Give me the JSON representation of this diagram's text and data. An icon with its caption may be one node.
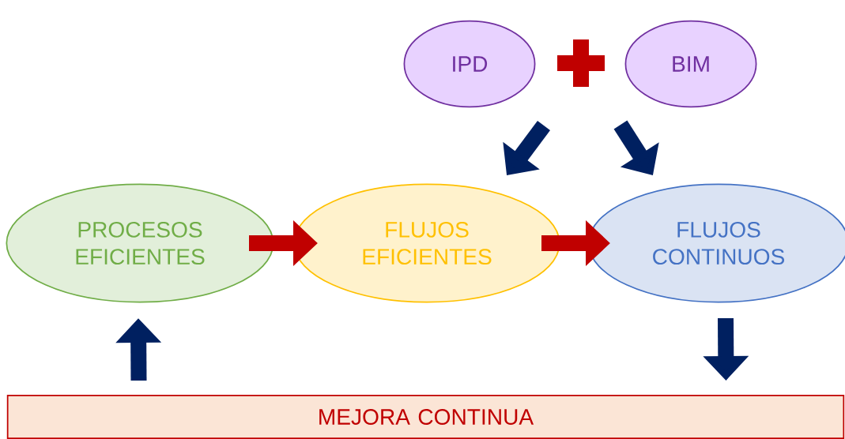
{
  "diagram": {
    "nodes": [
      {
        "text": [
          "IPD"
        ]
      },
      {
        "text": [
          "BIM"
        ]
      },
      {
        "text": [
          "PROCESOS EFICIENTES"
        ]
      },
      {
        "text": [
          "FLUJOS EFICIENTES"
        ]
      },
      {
        "text": [
          "FLUJOS CONTINUOS"
        ]
      },
      {
        "text": [
          "MEJORA CONTINUA"
        ]
      }
    ],
    "edges": [
      {
        "from": 0,
        "to": 3,
        "arrow": "to"
      },
      {
        "from": 1,
        "to": 4,
        "arrow": "to"
      },
      {
        "from": 2,
        "to": 3,
        "arrow": "to",
        "color": "#c00000"
      },
      {
        "from": 3,
        "to": 4,
        "arrow": "to",
        "color": "#c00000"
      },
      {
        "from": 4,
        "to": 5,
        "arrow": "to"
      },
      {
        "from": 5,
        "to": 2,
        "arrow": "to"
      }
    ]
  }
}
